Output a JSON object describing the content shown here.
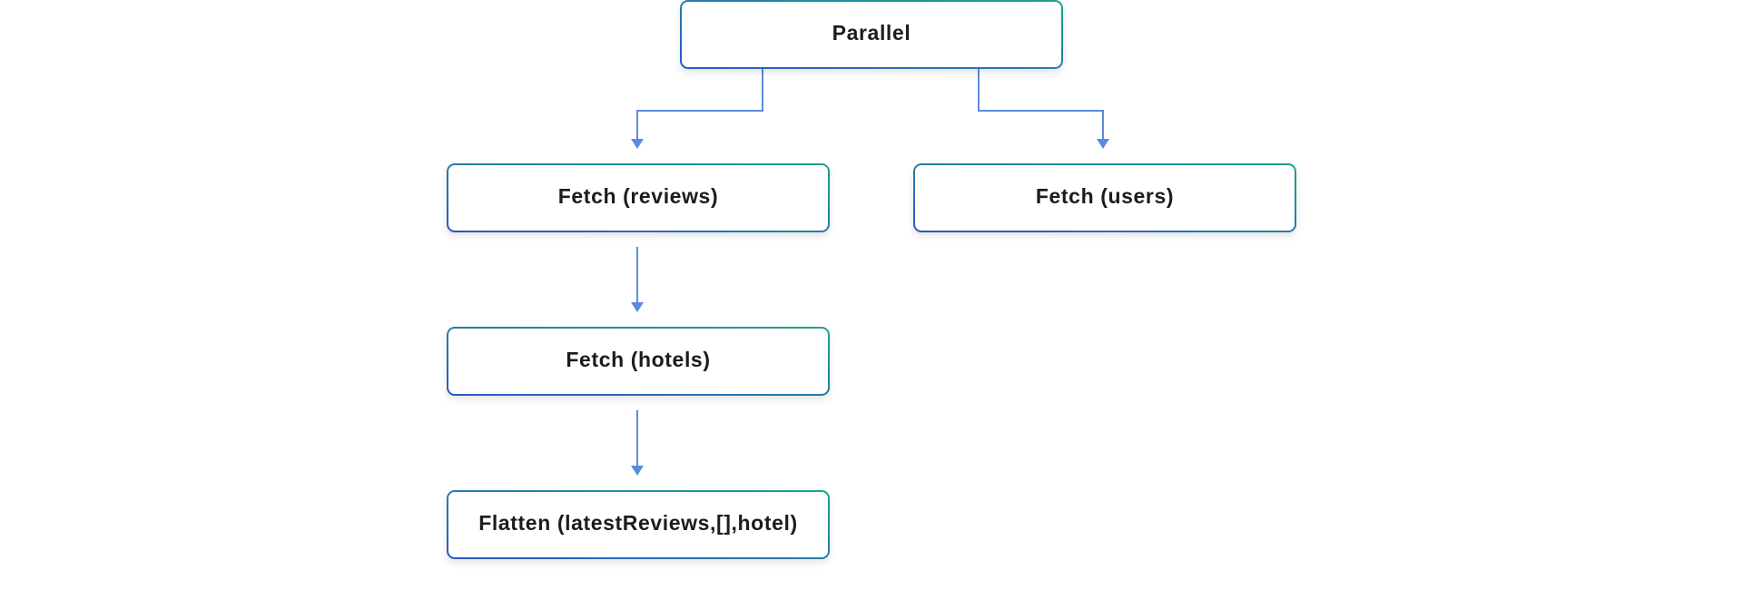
{
  "nodes": {
    "parallel": {
      "label": "Parallel"
    },
    "fetch_reviews": {
      "label": "Fetch (reviews)"
    },
    "fetch_users": {
      "label": "Fetch (users)"
    },
    "fetch_hotels": {
      "label": "Fetch (hotels)"
    },
    "flatten": {
      "label": "Flatten (latestReviews,[],hotel)"
    }
  },
  "edges": [
    {
      "from": "parallel",
      "to": "fetch_reviews"
    },
    {
      "from": "parallel",
      "to": "fetch_users"
    },
    {
      "from": "fetch_reviews",
      "to": "fetch_hotels"
    },
    {
      "from": "fetch_hotels",
      "to": "flatten"
    }
  ],
  "colors": {
    "border_gradient_start": "#2f56c8",
    "border_gradient_end": "#1aa58a",
    "connector": "#5b8be0",
    "text": "#1a1a1a"
  }
}
